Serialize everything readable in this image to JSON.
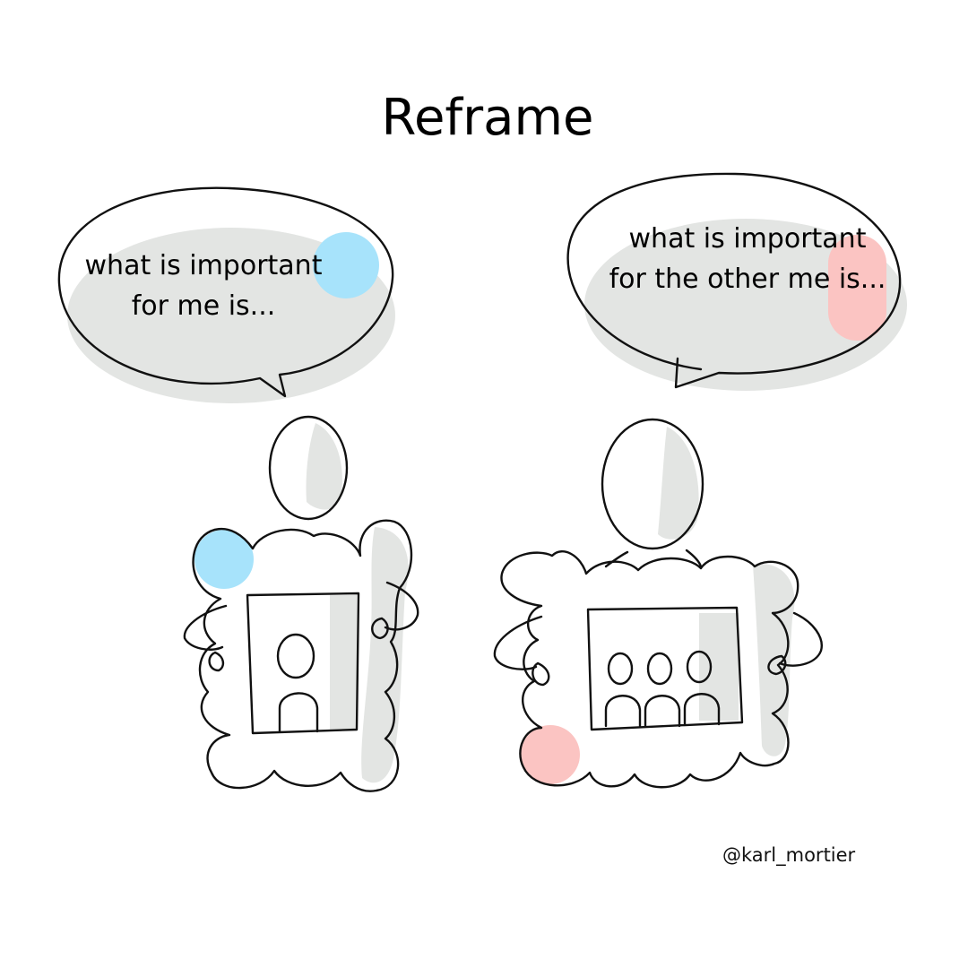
{
  "title": "Reframe",
  "left_bubble": {
    "line1": "what is important",
    "line2": "for me is..."
  },
  "right_bubble": {
    "line1": "what is important",
    "line2": "for the other me is..."
  },
  "credit": "@karl_mortier",
  "colors": {
    "blue_accent": "#a7e3fb",
    "pink_accent": "#fbc4c2",
    "shadow_gray": "#e3e5e3",
    "ink": "#111111"
  }
}
